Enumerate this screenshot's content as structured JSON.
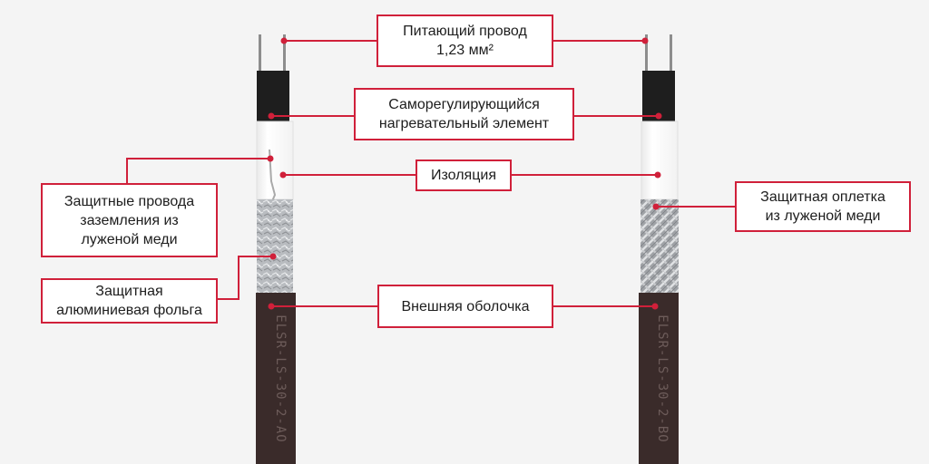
{
  "labels": {
    "power_wire": {
      "line1": "Питающий провод",
      "line2": "1,23 мм²"
    },
    "heating_element": {
      "line1": "Саморегулирующийся",
      "line2": "нагревательный элемент"
    },
    "insulation": {
      "line1": "Изоляция"
    },
    "ground_wires": {
      "line1": "Защитные провода",
      "line2": "заземления из",
      "line3": "луженой меди"
    },
    "aluminum_foil": {
      "line1": "Защитная",
      "line2": "алюминиевая фольга"
    },
    "outer_sheath": {
      "line1": "Внешняя оболочка"
    },
    "copper_braid": {
      "line1": "Защитная оплетка",
      "line2": "из луженой меди"
    }
  },
  "cables": {
    "left_marking": "ELSR-LS-30-2-AO",
    "right_marking": "ELSR-LS-30-2-BO"
  },
  "colors": {
    "accent": "#d0203a",
    "cable_black": "#1e1e1e",
    "sheath_brown": "#3a2b2a",
    "insulation_white": "#ffffff",
    "background": "#f4f4f4"
  }
}
